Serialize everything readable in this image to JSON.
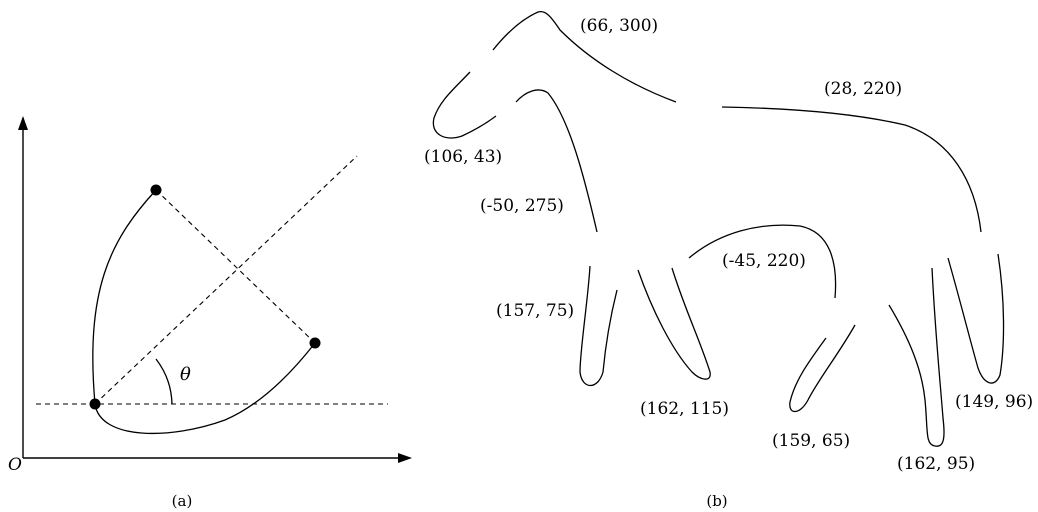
{
  "panel_a": {
    "origin_label": "O",
    "angle_label": "θ",
    "caption": "(a)"
  },
  "panel_b": {
    "caption": "(b)",
    "labels": [
      "(66, 300)",
      "(28, 220)",
      "(106, 43)",
      "(-50, 275)",
      "(-45, 220)",
      "(157, 75)",
      "(162, 115)",
      "(159, 65)",
      "(162, 95)",
      "(149, 96)"
    ]
  }
}
